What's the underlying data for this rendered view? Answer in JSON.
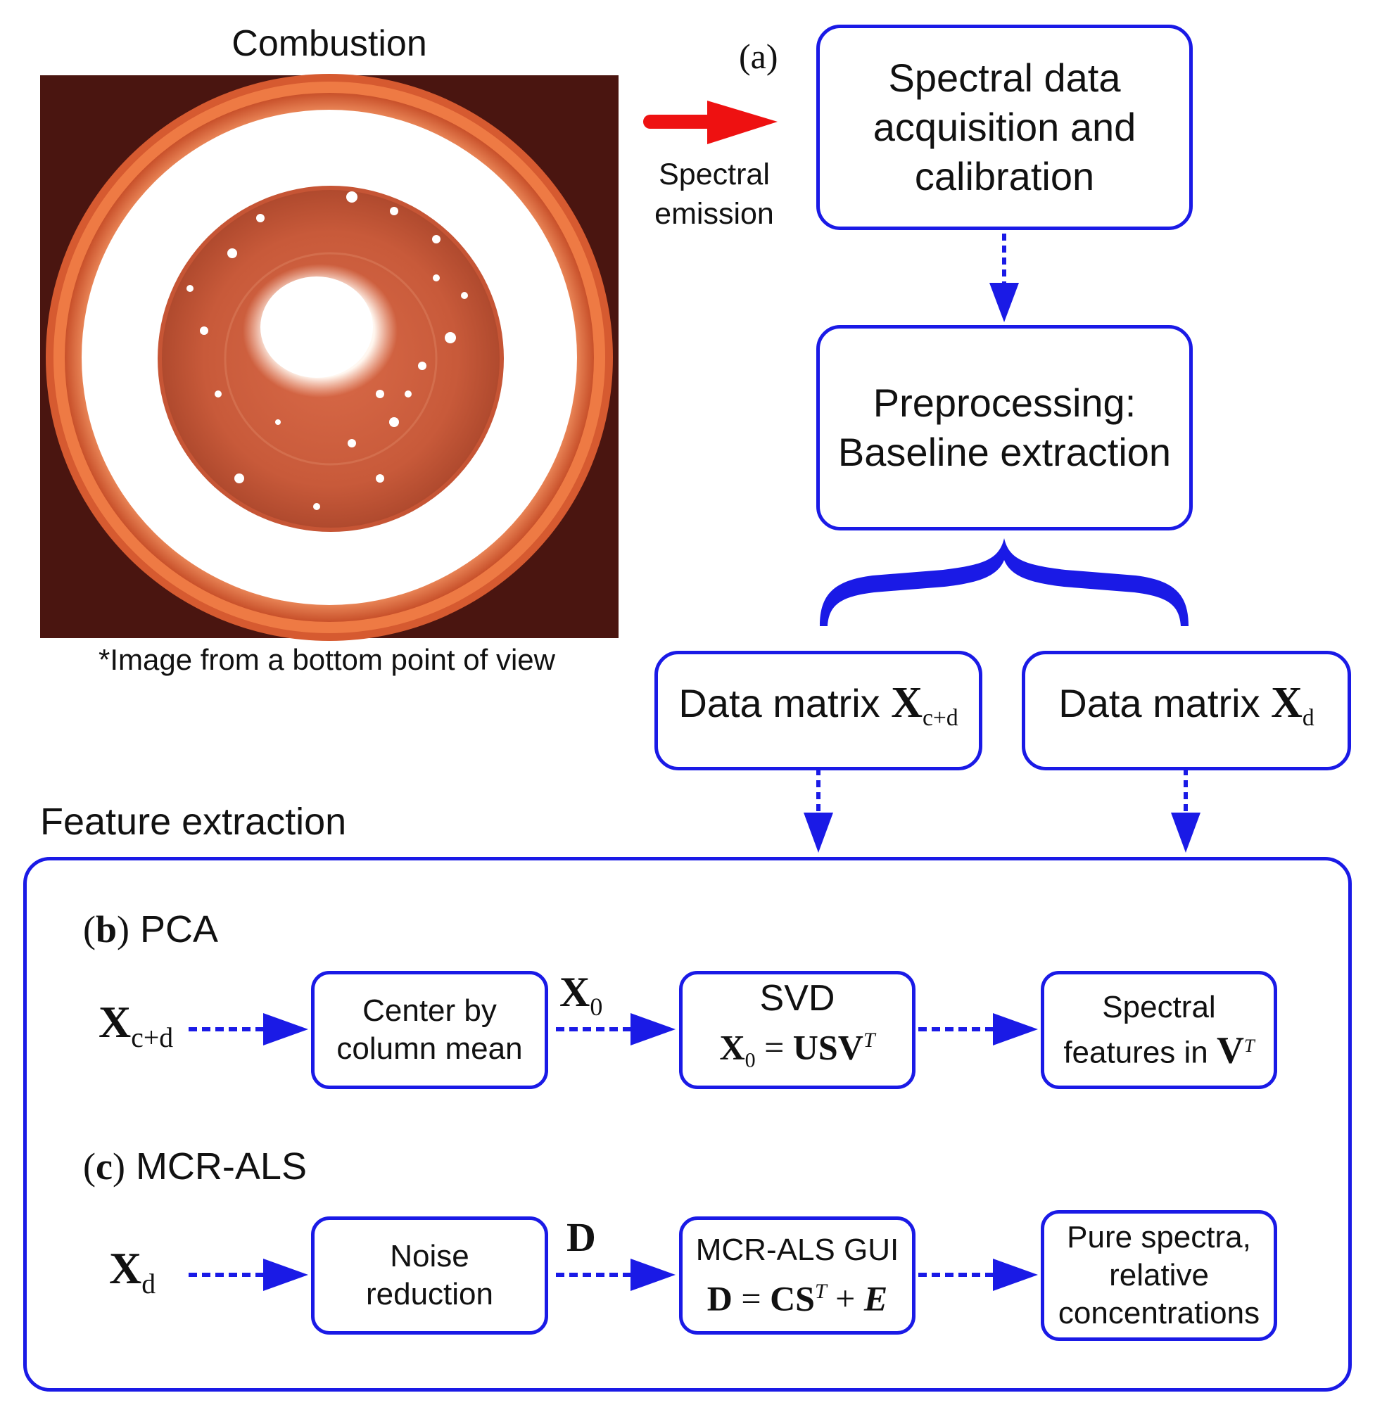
{
  "photo": {
    "title": "Combustion",
    "caption": "*Image from a bottom point of view"
  },
  "panel_a": {
    "label": "(a)",
    "arrow_label_1": "Spectral",
    "arrow_label_2": "emission",
    "acquisition": [
      "Spectral data",
      "acquisition and",
      "calibration"
    ],
    "preprocessing": [
      "Preprocessing:",
      "Baseline extraction"
    ],
    "matrix_cd": {
      "prefix": "Data matrix ",
      "symbol": "X",
      "sub": "c+d"
    },
    "matrix_d": {
      "prefix": "Data matrix ",
      "symbol": "X",
      "sub": "d"
    }
  },
  "feature_extraction": {
    "title": "Feature extraction",
    "pca": {
      "label_letter": "b",
      "label_name": "PCA",
      "input": {
        "symbol": "X",
        "sub": "c+d"
      },
      "step1": [
        "Center by",
        "column mean"
      ],
      "edge1": {
        "symbol": "X",
        "sub": "0"
      },
      "step2_title": "SVD",
      "step2_eq": {
        "lhs": "X",
        "lhs_sub": "0",
        "eq": " = ",
        "rhs": "USV",
        "rhs_sup": "T"
      },
      "step3_line1": "Spectral",
      "step3_line2": "features in ",
      "step3_sym": "V",
      "step3_sup": "T"
    },
    "mcr": {
      "label_letter": "c",
      "label_name": "MCR-ALS",
      "input": {
        "symbol": "X",
        "sub": "d"
      },
      "step1": [
        "Noise",
        "reduction"
      ],
      "edge1": "D",
      "step2_title": "MCR-ALS GUI",
      "step2_eq": {
        "d": "D",
        "eq": " = ",
        "cs": "CS",
        "cs_sup": "T",
        "plus": " + ",
        "e": "E"
      },
      "step3": [
        "Pure spectra,",
        "relative",
        "concentrations"
      ]
    }
  },
  "colors": {
    "flow_blue": "#1a1ae6",
    "emission_red": "#ee1111",
    "flame_dark": "#4a1410",
    "flame_ring": "#e0602c",
    "flame_white": "#fff6ee"
  }
}
